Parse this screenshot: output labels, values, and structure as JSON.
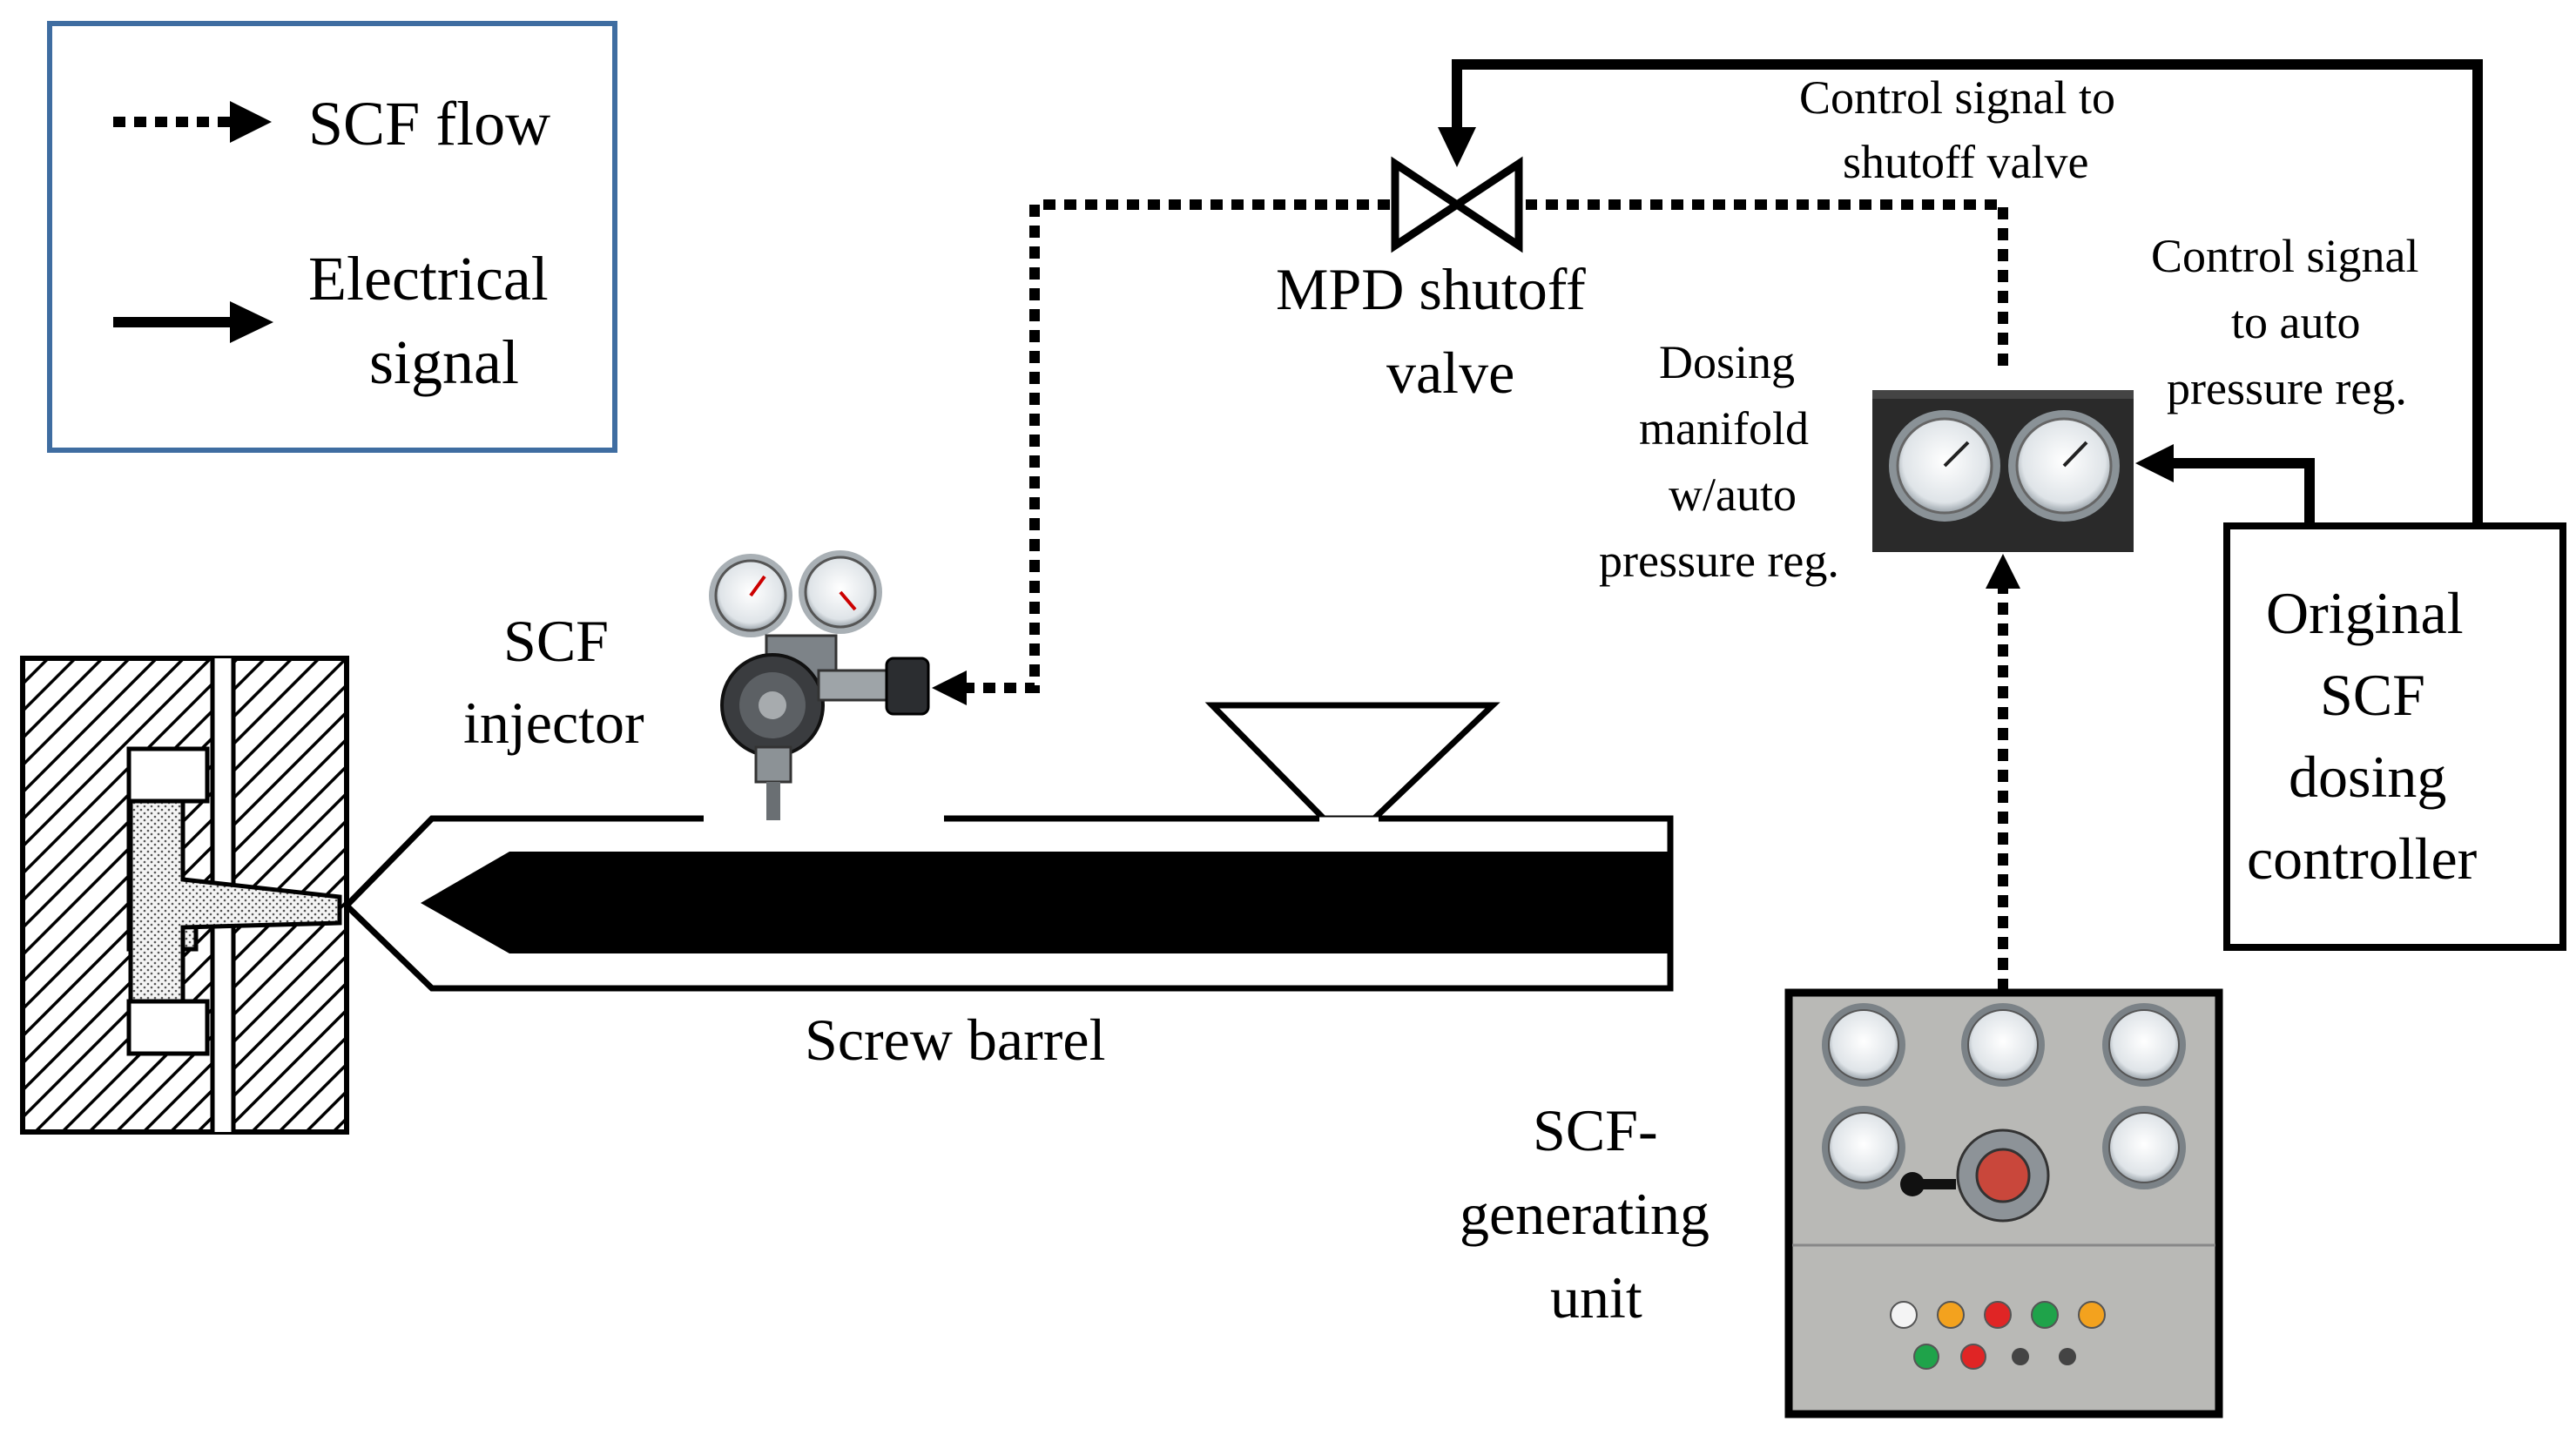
{
  "legend": {
    "scf_flow": "SCF flow",
    "electrical_signal_line1": "Electrical",
    "electrical_signal_line2": "signal"
  },
  "labels": {
    "shutoff_valve_line1": "MPD shutoff",
    "shutoff_valve_line2": "valve",
    "control_to_shutoff_line1": "Control signal to",
    "control_to_shutoff_line2": "shutoff valve",
    "control_to_auto_line1": "Control signal",
    "control_to_auto_line2": "to auto",
    "control_to_auto_line3": "pressure reg.",
    "manifold_line1": "Dosing",
    "manifold_line2": "manifold",
    "manifold_line3": "w/auto",
    "manifold_line4": "pressure reg.",
    "injector_line1": "SCF",
    "injector_line2": "injector",
    "barrel": "Screw barrel",
    "generator_line1": "SCF-",
    "generator_line2": "generating",
    "generator_line3": "unit",
    "controller_line1": "Original",
    "controller_line2": "SCF",
    "controller_line3": "dosing",
    "controller_line4": "controller"
  },
  "colors": {
    "legend_border": "#3f6da1",
    "line": "#000000",
    "panel_grey": "#b9b9b6",
    "manifold_dark": "#2a2a2a"
  }
}
